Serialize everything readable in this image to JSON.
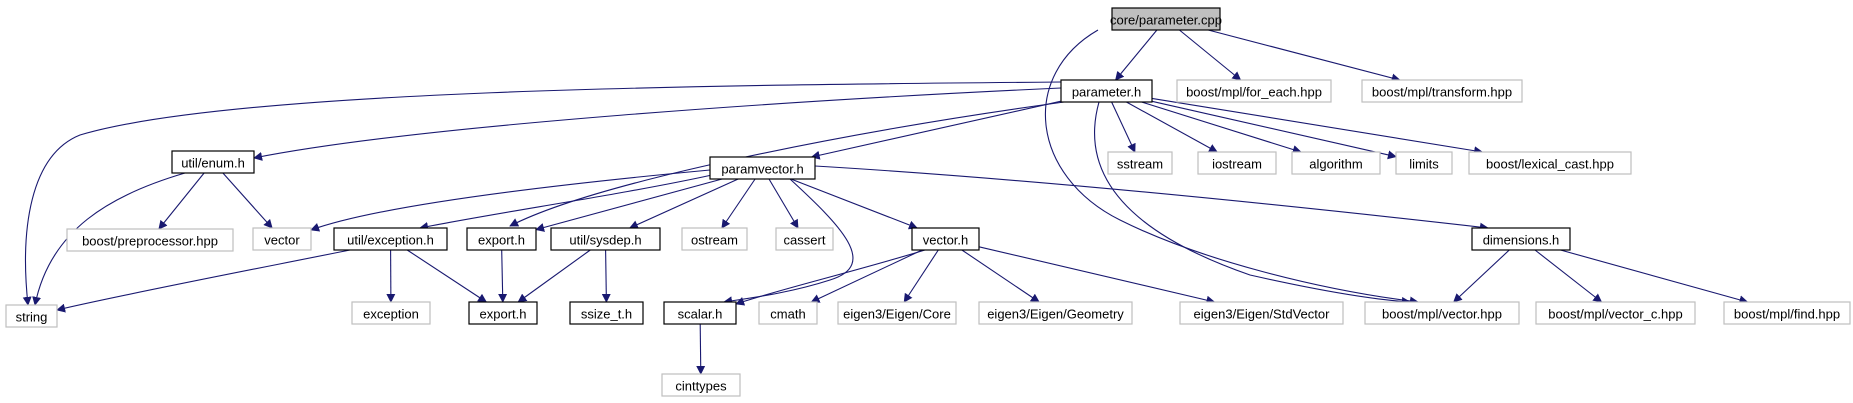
{
  "graph": {
    "edge_color": "#191970",
    "nodes": {
      "core_parameter_cpp": {
        "label": "core/parameter.cpp",
        "style": "root",
        "fill": "#bfbfbf",
        "stroke": "#000000"
      },
      "parameter_h": {
        "label": "parameter.h",
        "style": "documented",
        "fill": "#ffffff",
        "stroke": "#000000"
      },
      "boost_mpl_for_each": {
        "label": "boost/mpl/for_each.hpp",
        "style": "external",
        "fill": "#ffffff",
        "stroke": "#bfbfbf"
      },
      "boost_mpl_transform": {
        "label": "boost/mpl/transform.hpp",
        "style": "external",
        "fill": "#ffffff",
        "stroke": "#bfbfbf"
      },
      "util_enum_h": {
        "label": "util/enum.h",
        "style": "documented",
        "fill": "#ffffff",
        "stroke": "#000000"
      },
      "paramvector_h": {
        "label": "paramvector.h",
        "style": "documented",
        "fill": "#ffffff",
        "stroke": "#000000"
      },
      "sstream": {
        "label": "sstream",
        "style": "external",
        "fill": "#ffffff",
        "stroke": "#bfbfbf"
      },
      "iostream": {
        "label": "iostream",
        "style": "external",
        "fill": "#ffffff",
        "stroke": "#bfbfbf"
      },
      "algorithm": {
        "label": "algorithm",
        "style": "external",
        "fill": "#ffffff",
        "stroke": "#bfbfbf"
      },
      "limits": {
        "label": "limits",
        "style": "external",
        "fill": "#ffffff",
        "stroke": "#bfbfbf"
      },
      "boost_lexical_cast": {
        "label": "boost/lexical_cast.hpp",
        "style": "external",
        "fill": "#ffffff",
        "stroke": "#bfbfbf"
      },
      "boost_preprocessor": {
        "label": "boost/preprocessor.hpp",
        "style": "external",
        "fill": "#ffffff",
        "stroke": "#bfbfbf"
      },
      "vector_std": {
        "label": "vector",
        "style": "external",
        "fill": "#ffffff",
        "stroke": "#bfbfbf"
      },
      "util_exception_h": {
        "label": "util/exception.h",
        "style": "documented",
        "fill": "#ffffff",
        "stroke": "#000000"
      },
      "export_h_a": {
        "label": "export.h",
        "style": "documented",
        "fill": "#ffffff",
        "stroke": "#000000"
      },
      "util_sysdep_h": {
        "label": "util/sysdep.h",
        "style": "documented",
        "fill": "#ffffff",
        "stroke": "#000000"
      },
      "ostream": {
        "label": "ostream",
        "style": "external",
        "fill": "#ffffff",
        "stroke": "#bfbfbf"
      },
      "cassert": {
        "label": "cassert",
        "style": "external",
        "fill": "#ffffff",
        "stroke": "#bfbfbf"
      },
      "vector_h": {
        "label": "vector.h",
        "style": "documented",
        "fill": "#ffffff",
        "stroke": "#000000"
      },
      "dimensions_h": {
        "label": "dimensions.h",
        "style": "documented",
        "fill": "#ffffff",
        "stroke": "#000000"
      },
      "string": {
        "label": "string",
        "style": "external",
        "fill": "#ffffff",
        "stroke": "#bfbfbf"
      },
      "exception": {
        "label": "exception",
        "style": "external",
        "fill": "#ffffff",
        "stroke": "#bfbfbf"
      },
      "export_h_b": {
        "label": "export.h",
        "style": "documented",
        "fill": "#ffffff",
        "stroke": "#000000"
      },
      "ssize_t_h": {
        "label": "ssize_t.h",
        "style": "documented",
        "fill": "#ffffff",
        "stroke": "#000000"
      },
      "scalar_h": {
        "label": "scalar.h",
        "style": "documented",
        "fill": "#ffffff",
        "stroke": "#000000"
      },
      "cmath": {
        "label": "cmath",
        "style": "external",
        "fill": "#ffffff",
        "stroke": "#bfbfbf"
      },
      "eigen_core": {
        "label": "eigen3/Eigen/Core",
        "style": "external",
        "fill": "#ffffff",
        "stroke": "#bfbfbf"
      },
      "eigen_geometry": {
        "label": "eigen3/Eigen/Geometry",
        "style": "external",
        "fill": "#ffffff",
        "stroke": "#bfbfbf"
      },
      "eigen_stdvector": {
        "label": "eigen3/Eigen/StdVector",
        "style": "external",
        "fill": "#ffffff",
        "stroke": "#bfbfbf"
      },
      "boost_mpl_vector": {
        "label": "boost/mpl/vector.hpp",
        "style": "external",
        "fill": "#ffffff",
        "stroke": "#bfbfbf"
      },
      "boost_mpl_vector_c": {
        "label": "boost/mpl/vector_c.hpp",
        "style": "external",
        "fill": "#ffffff",
        "stroke": "#bfbfbf"
      },
      "boost_mpl_find": {
        "label": "boost/mpl/find.hpp",
        "style": "external",
        "fill": "#ffffff",
        "stroke": "#bfbfbf"
      },
      "cinttypes": {
        "label": "cinttypes",
        "style": "external",
        "fill": "#ffffff",
        "stroke": "#bfbfbf"
      }
    },
    "edges": [
      [
        "core_parameter_cpp",
        "parameter_h"
      ],
      [
        "core_parameter_cpp",
        "boost_mpl_for_each"
      ],
      [
        "core_parameter_cpp",
        "boost_mpl_transform"
      ],
      [
        "core_parameter_cpp",
        "boost_mpl_vector"
      ],
      [
        "parameter_h",
        "string"
      ],
      [
        "parameter_h",
        "util_enum_h"
      ],
      [
        "parameter_h",
        "export_h_a"
      ],
      [
        "parameter_h",
        "paramvector_h"
      ],
      [
        "parameter_h",
        "sstream"
      ],
      [
        "parameter_h",
        "iostream"
      ],
      [
        "parameter_h",
        "algorithm"
      ],
      [
        "parameter_h",
        "limits"
      ],
      [
        "parameter_h",
        "boost_lexical_cast"
      ],
      [
        "parameter_h",
        "boost_mpl_vector"
      ],
      [
        "util_enum_h",
        "boost_preprocessor"
      ],
      [
        "util_enum_h",
        "vector_std"
      ],
      [
        "util_enum_h",
        "string"
      ],
      [
        "paramvector_h",
        "vector_std"
      ],
      [
        "paramvector_h",
        "util_exception_h"
      ],
      [
        "paramvector_h",
        "export_h_a"
      ],
      [
        "paramvector_h",
        "util_sysdep_h"
      ],
      [
        "paramvector_h",
        "ostream"
      ],
      [
        "paramvector_h",
        "cassert"
      ],
      [
        "paramvector_h",
        "scalar_h"
      ],
      [
        "paramvector_h",
        "vector_h"
      ],
      [
        "paramvector_h",
        "dimensions_h"
      ],
      [
        "util_exception_h",
        "string"
      ],
      [
        "util_exception_h",
        "exception"
      ],
      [
        "util_exception_h",
        "export_h_b"
      ],
      [
        "export_h_a",
        "export_h_b"
      ],
      [
        "util_sysdep_h",
        "export_h_b"
      ],
      [
        "util_sysdep_h",
        "ssize_t_h"
      ],
      [
        "vector_h",
        "scalar_h"
      ],
      [
        "vector_h",
        "cmath"
      ],
      [
        "vector_h",
        "eigen_core"
      ],
      [
        "vector_h",
        "eigen_geometry"
      ],
      [
        "vector_h",
        "eigen_stdvector"
      ],
      [
        "dimensions_h",
        "boost_mpl_vector"
      ],
      [
        "dimensions_h",
        "boost_mpl_vector_c"
      ],
      [
        "dimensions_h",
        "boost_mpl_find"
      ],
      [
        "scalar_h",
        "cinttypes"
      ]
    ]
  }
}
